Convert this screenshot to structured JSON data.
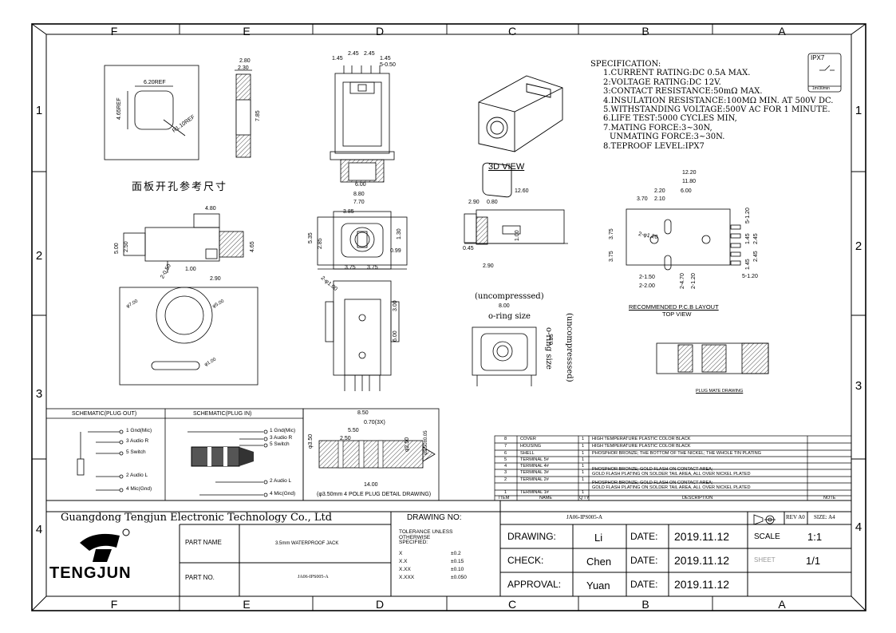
{
  "zones": {
    "columns": [
      "F",
      "E",
      "D",
      "C",
      "B",
      "A"
    ],
    "rows": [
      "1",
      "2",
      "3",
      "4"
    ]
  },
  "specification": {
    "title": "SPECIFICATION:",
    "items": [
      "1.CURRENT RATING:DC 0.5A MAX.",
      "2:VOLTAGE RATING:DC 12V.",
      "3:CONTACT RESISTANCE:50mΩ MAX.",
      "4.INSULATION RESISTANCE:100MΩ MIN. AT 500V DC.",
      "5.WITHSTANDING VOLTAGE:500V AC FOR 1 MINUTE.",
      "6.LIFE TEST:5000 CYCLES MIN,",
      "7.MATING FORCE:3~30N,",
      "  UNMATING FORCE:3~30N.",
      "8.TEPROOF LEVEL:IPX7"
    ]
  },
  "ipx_badge": {
    "title": "IPX7",
    "note": "1m/30min"
  },
  "labels": {
    "panel_cutout": "面板开孔参考尺寸",
    "view_3d": "3D VIEW",
    "pcb_layout": "RECOMMENDED P.C.B LAYOUT",
    "top_view": "TOP VIEW",
    "plug_mate": "PLUG MATE DRAWING",
    "uncompressed_top": "(uncompresssed)",
    "uncompressed_side": "(uncompresssed)",
    "oring_size_top": "o-ring size",
    "oring_size_side": "o-ring size",
    "schematic_out": "SCHEMATIC(PLUG OUT)",
    "schematic_in": "SCHEMATIC(PLUG IN)",
    "plug_detail": "(φ3.50mm 4 POLE PLUG DETAIL DRAWING)"
  },
  "dimensions": {
    "cut_620": "6.20REF",
    "cut_465": "4.65REF",
    "cut_r1": "R1.10REF",
    "side_280": "2.80",
    "side_230": "2.30",
    "side_785": "7.85",
    "front_145a": "1.45",
    "front_245a": "2.45",
    "front_245b": "2.45",
    "front_145b": "1.45",
    "front_5050": "5-0.50",
    "front_600": "6.00",
    "mid_880": "8.80",
    "mid_770": "7.70",
    "mid_385": "3.85",
    "mid_375a": "3.75",
    "mid_375b": "3.75",
    "mid_535": "5.35",
    "mid_285": "2.85",
    "mid_130": "1.30",
    "mid_099": "0.99",
    "side2_480": "4.80",
    "side2_500": "5.00",
    "side2_250": "2.50",
    "side2_465": "4.65",
    "side2_100": "1.00",
    "side2_290": "2.90",
    "side2_2050": "2-0.50",
    "ring_700": "φ7.00",
    "ring_500": "φ5.00",
    "ring_100": "φ1.00",
    "bot_2410": "2-φ1.00",
    "bot_300": "3.00",
    "bot_600": "6.00",
    "c_1260": "12.60",
    "c_290a": "2.90",
    "c_080": "0.80",
    "c_045": "0.45",
    "c_100": "1.00",
    "c_290b": "2.90",
    "c_800": "8.00",
    "c_695": "6.95",
    "pcb_1220": "12.20",
    "pcb_1180": "11.80",
    "pcb_370": "3.70",
    "pcb_220": "2.20",
    "pcb_210": "2.10",
    "pcb_600": "6.00",
    "pcb_5120a": "5-1.20",
    "pcb_2120": "2-φ1.20",
    "pcb_375a": "3.75",
    "pcb_375b": "3.75",
    "pcb_245a": "2.45",
    "pcb_245b": "2.45",
    "pcb_145a": "1.45",
    "pcb_145b": "1.45",
    "pcb_2150": "2-1.50",
    "pcb_2200": "2-2.00",
    "pcb_2470": "2-4.70",
    "pcb_2120b": "2-1.20",
    "pcb_5120b": "5-1.20",
    "plug_850": "8.50",
    "plug_070": "0.70(3X)",
    "plug_550": "5.50",
    "plug_250": "2.50",
    "plug_1400": "14.00",
    "plug_d350": "φ3.50",
    "plug_d250": "φ2.50",
    "plug_d350b": "φ3.50±0.05"
  },
  "schematic": {
    "out_pins": [
      "1 Gnd(Mic)",
      "3 Audio R",
      "5 Switch",
      "2 Audio L",
      "4 Mic(Gnd)"
    ],
    "in_pins": [
      "1 Gnd(Mic)",
      "3 Audio R",
      "5 Switch",
      "2 Audio L",
      "4 Mic(Gnd)"
    ]
  },
  "bom": {
    "headers": [
      "ITEM",
      "NAME",
      "Q'TY",
      "DESCRIPTION",
      "NOTE"
    ],
    "rows": [
      {
        "item": "8",
        "name": "COVER",
        "qty": "1",
        "desc": "HIGH TEMPERATURE PLASTIC COLOR BLACK"
      },
      {
        "item": "7",
        "name": "HOUSING",
        "qty": "1",
        "desc": "HIGH TEMPERATURE PLASTIC COLOR BLACK"
      },
      {
        "item": "6",
        "name": "SHELL",
        "qty": "1",
        "desc": "PHOSPHOR BRONZE; THE BOTTOM OF THE NICKEL; THE WHOLE TIN PLATING"
      },
      {
        "item": "5",
        "name": "TERMINAL 5#",
        "qty": "1",
        "desc": ""
      },
      {
        "item": "4",
        "name": "TERMINAL 4#",
        "qty": "1",
        "desc": "PHOSPHOR BRONZE; GOLD FLASH ON CONTACT AREA;"
      },
      {
        "item": "3",
        "name": "TERMINAL 3#",
        "qty": "1",
        "desc": "GOLD FLASH PLATING ON SOLDER TAIL AREA, ALL OVER NICKEL PLATED"
      },
      {
        "item": "2",
        "name": "TERMINAL 2#",
        "qty": "1",
        "desc": "PHOSPHOR BRONZE; GOLD FLASH ON CONTACT AREA;"
      },
      {
        "item": "1",
        "name": "TERMINAL 1#",
        "qty": "1",
        "desc": "GOLD FLASH PLATING ON SOLDER TAIL AREA, ALL OVER NICKEL PLATED"
      }
    ]
  },
  "title_block": {
    "company": "Guangdong Tengjun Electronic Technology Co., Ltd",
    "drawing_no_label": "DRAWING NO:",
    "drawing_no": "JA06-IPS005-A",
    "logo_text": "TENGJUN",
    "part_name_label": "PART NAME",
    "part_name": "3.5mm WATERPROOF JACK",
    "part_no_label": "PART NO.",
    "part_no": "JA06-IPS005-A",
    "tolerance_title": "TOLERANCE UNLESS OTHERWISE SPECIFIED:",
    "tolerances": [
      {
        "fmt": "X",
        "val": "±0.2"
      },
      {
        "fmt": "X.X",
        "val": "±0.15"
      },
      {
        "fmt": "X.XX",
        "val": "±0.10"
      },
      {
        "fmt": "X.XXX",
        "val": "±0.050"
      }
    ],
    "drawing_label": "DRAWING:",
    "drawing_by": "Li",
    "check_label": "CHECK:",
    "check_by": "Chen",
    "approval_label": "APPROVAL:",
    "approval_by": "Yuan",
    "date_label": "DATE:",
    "date1": "2019.11.12",
    "date2": "2019.11.12",
    "date3": "2019.11.12",
    "scale_label": "SCALE",
    "scale": "1:1",
    "sheet_label": "SHEET",
    "sheet": "1/1",
    "rev": "REV A0",
    "size": "SIZE: A4"
  }
}
